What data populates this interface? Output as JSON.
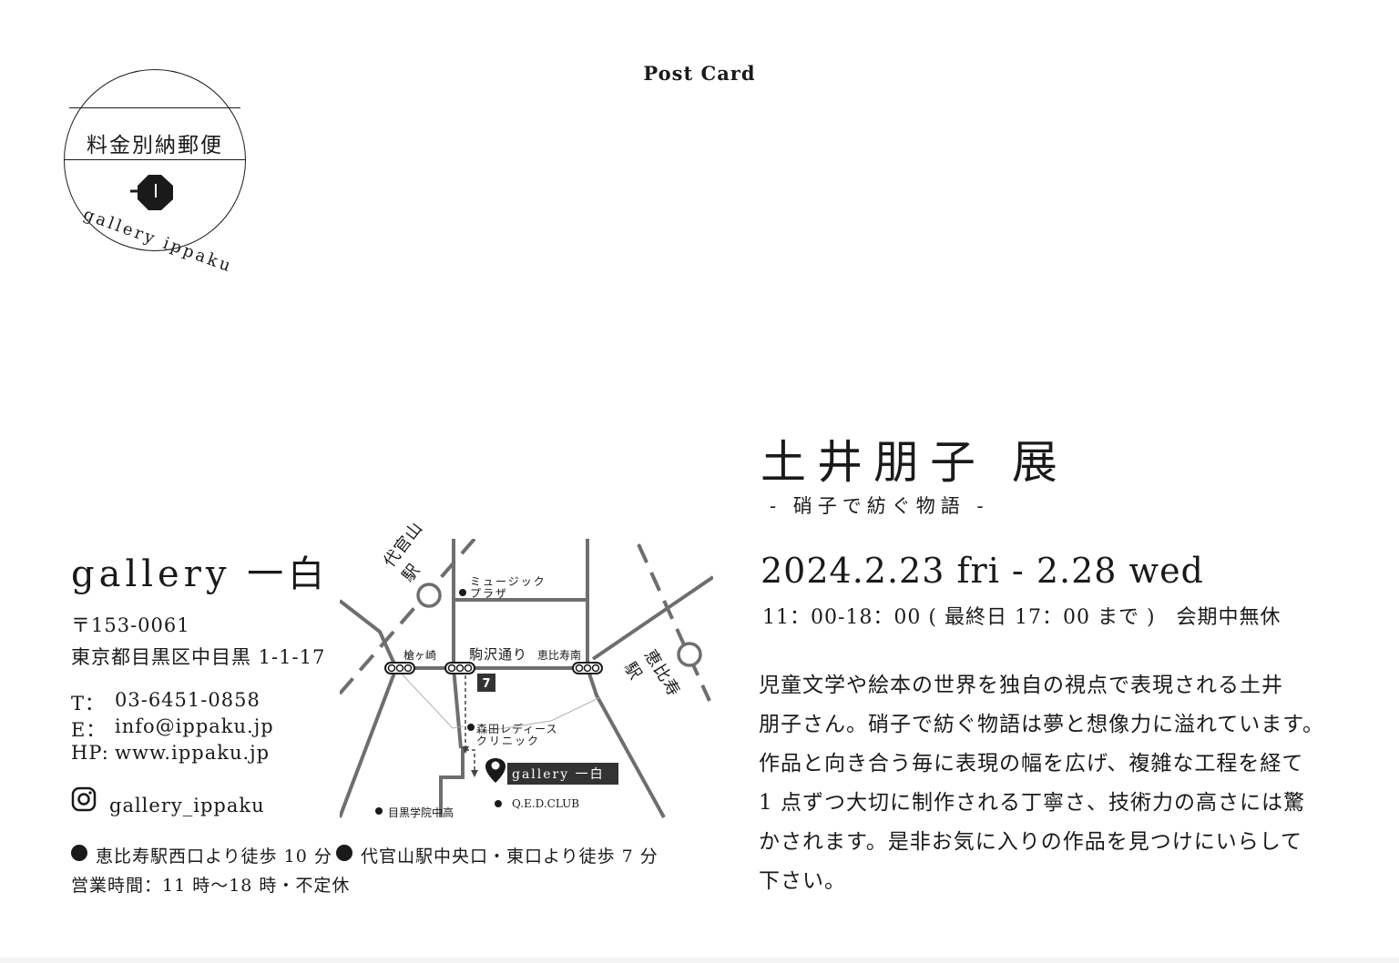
{
  "postcard": {
    "title": "Post Card"
  },
  "stamp": {
    "label": "料金別納郵便",
    "logo_text": "gallery ippaku"
  },
  "gallery": {
    "name": "gallery 一白",
    "postal": "〒153-0061",
    "address": "東京都目黒区中目黒 1-1-17",
    "tel_label": "T：",
    "tel": "03-6451-0858",
    "email_label": "E：",
    "email": "info@ippaku.jp",
    "hp_label": "HP:",
    "hp": "www.ippaku.jp",
    "instagram_icon": "instagram-icon",
    "instagram": "gallery_ippaku",
    "access_1": "恵比寿駅西口より徒歩 10 分",
    "access_2": "代官山駅中央口・東口より徒歩 7 分",
    "hours": "営業時間：11 時〜18 時・不定休"
  },
  "map": {
    "station_daikanyama": "代官山駅",
    "station_ebisu": "恵比寿駅",
    "music_plaza_1": "ミュージック",
    "music_plaza_2": "プラザ",
    "signal_higasaki": "槍ヶ崎",
    "street_komazawa": "駒沢通り",
    "signal_ebisu_minami": "恵比寿南",
    "clinic_1": "森田レディース",
    "clinic_2": "クリニック",
    "gallery_marker": "gallery 一白",
    "school": "目黒学院中高",
    "qed": "Q.E.D.CLUB"
  },
  "exhibition": {
    "title": "土井朋子 展",
    "subtitle": "- 硝子で紡ぐ物語 -",
    "dates": "2024.2.23 fri - 2.28 wed",
    "hours": "11：00-18：00 ( 最終日 17：00 まで )　会期中無休",
    "description_lines": [
      "児童文学や絵本の世界を独自の視点で表現される土井",
      "朋子さん。硝子で紡ぐ物語は夢と想像力に溢れています。",
      "作品と向き合う毎に表現の幅を広げ、複雑な工程を経て",
      "1 点ずつ大切に制作される丁寧さ、技術力の高さには驚",
      "かされます。是非お気に入りの作品を見つけにいらして",
      "下さい。"
    ]
  }
}
